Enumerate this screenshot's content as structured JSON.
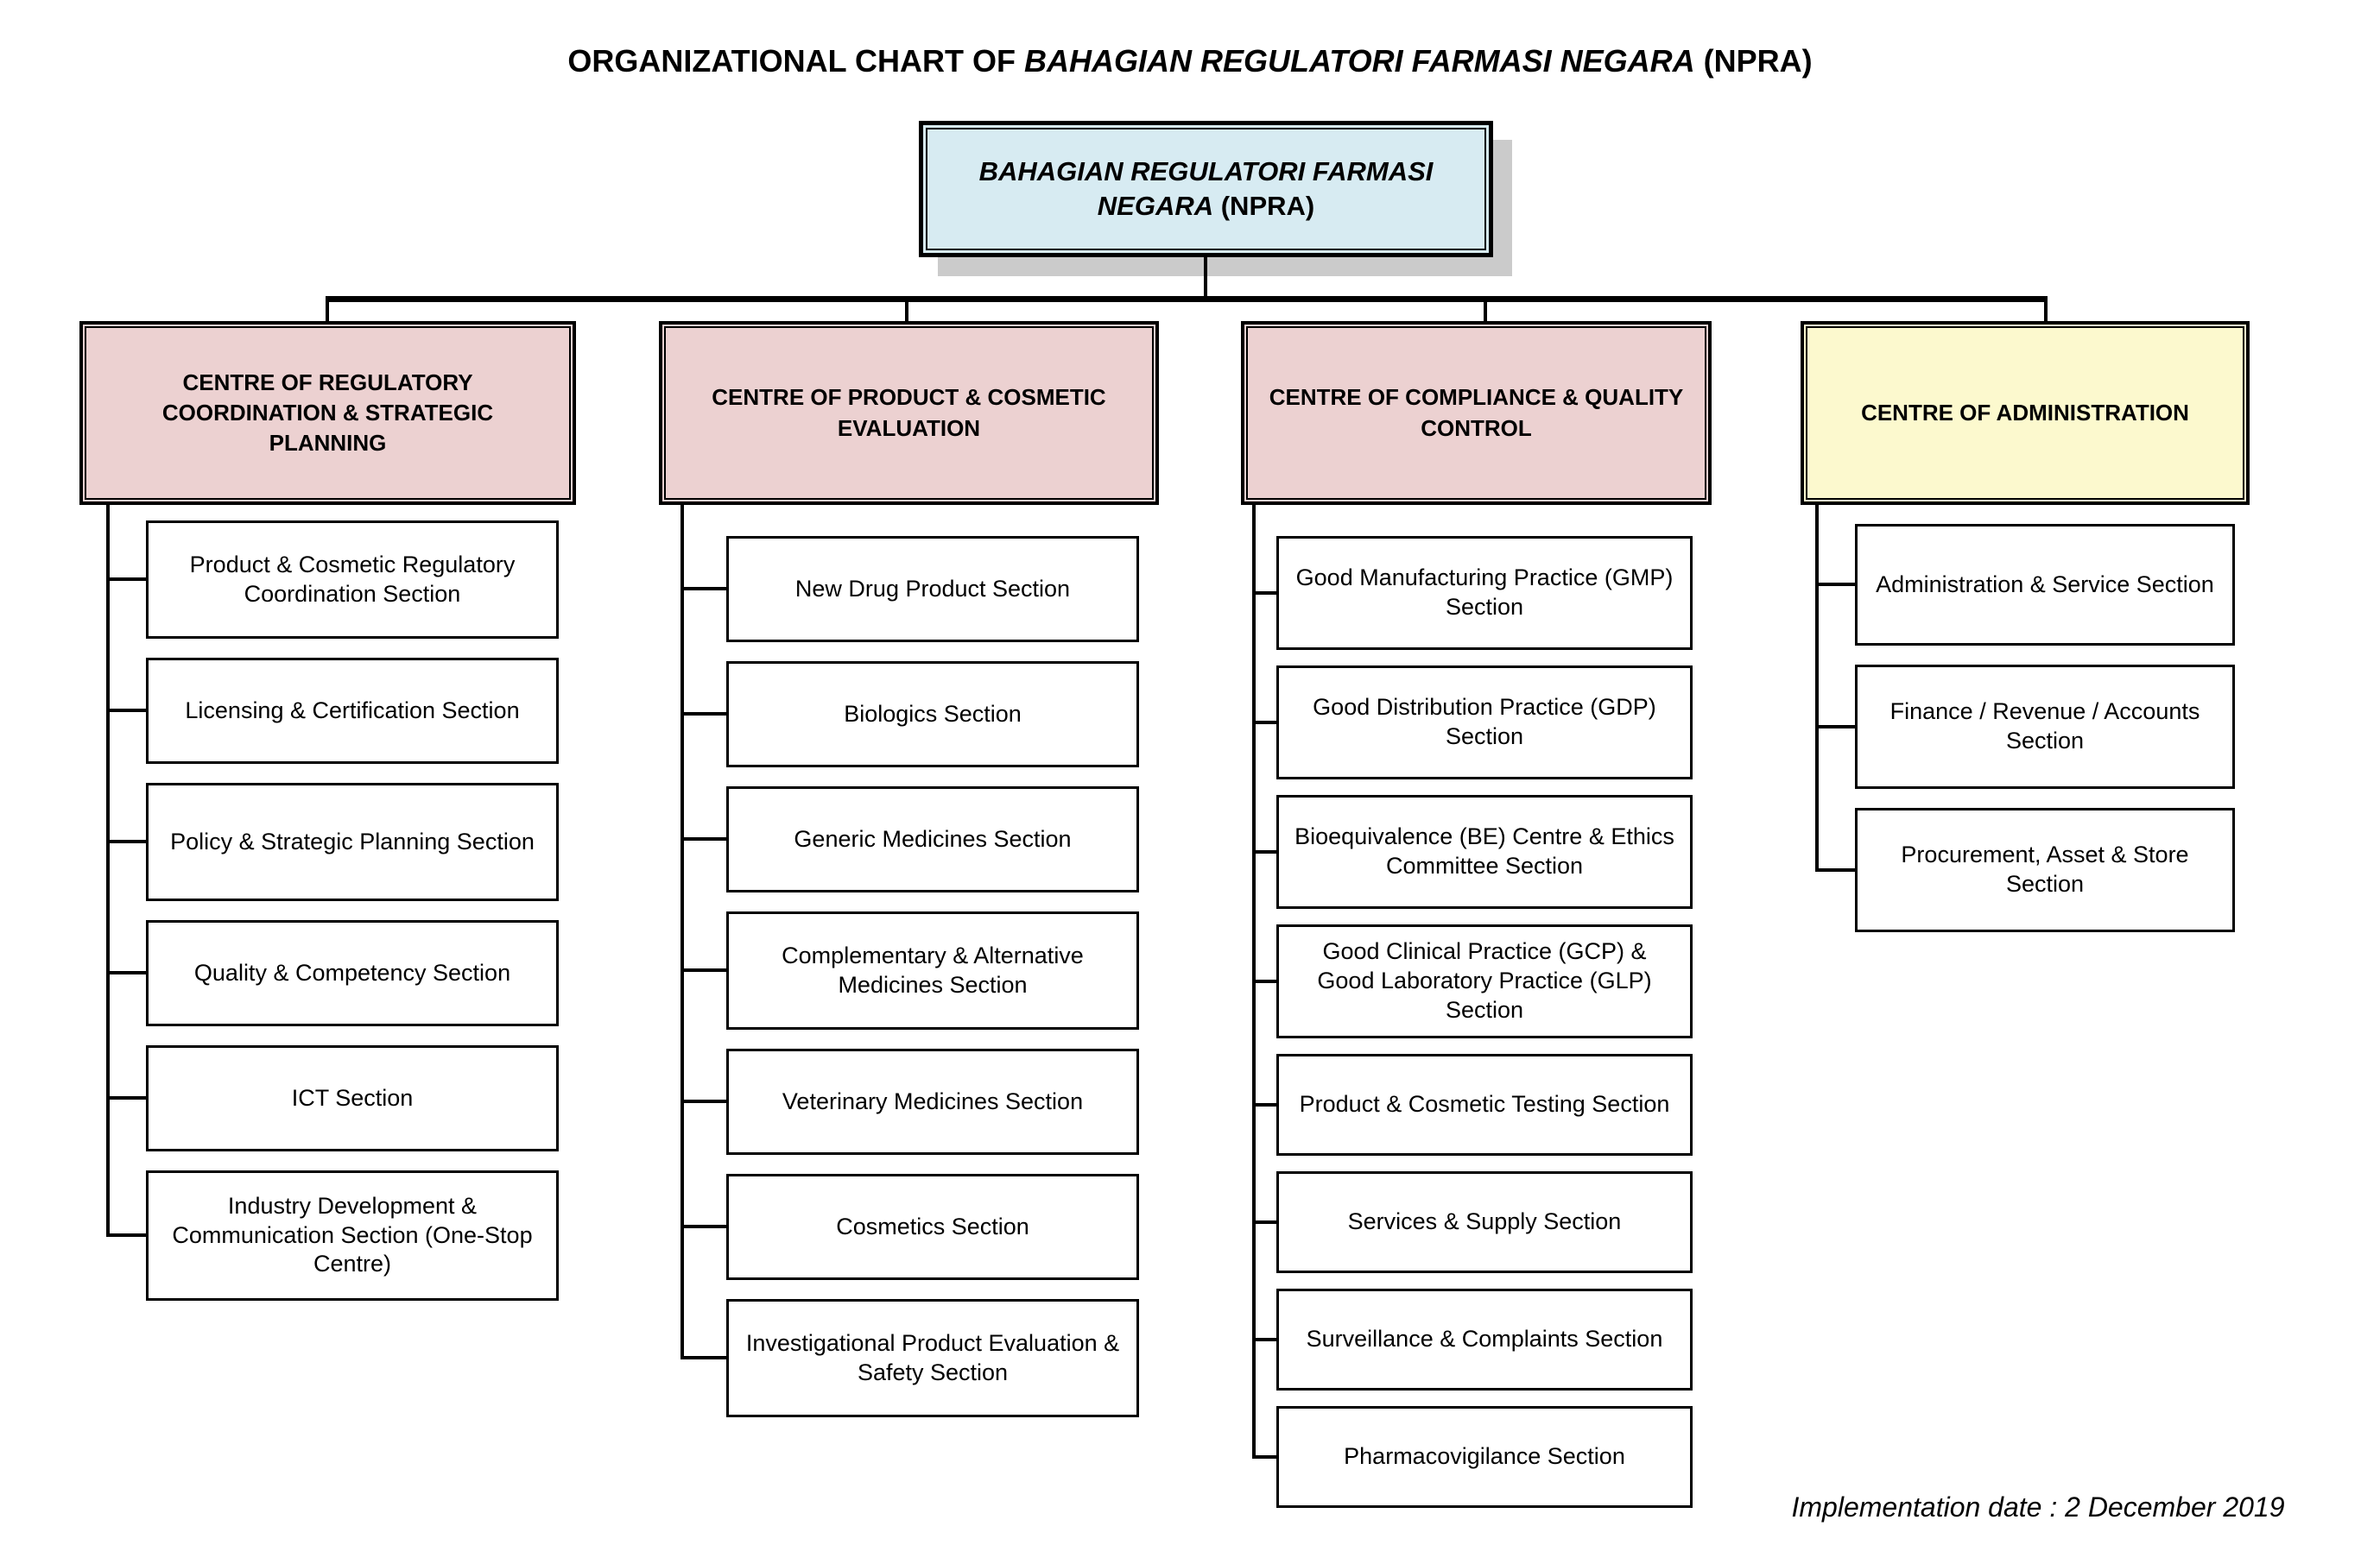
{
  "page": {
    "title_prefix": "ORGANIZATIONAL CHART OF",
    "title_org": "BAHAGIAN REGULATORI FARMASI NEGARA",
    "title_suffix": "(NPRA)",
    "footer_note": "Implementation date : 2 December 2019"
  },
  "root_box": {
    "org_name": "BAHAGIAN REGULATORI FARMASI NEGARA",
    "acronym": "(NPRA)"
  },
  "centres": [
    {
      "label": "CENTRE OF REGULATORY COORDINATION & STRATEGIC PLANNING",
      "sections": [
        "Product & Cosmetic Regulatory Coordination Section",
        "Licensing & Certification Section",
        "Policy & Strategic Planning Section",
        "Quality & Competency Section",
        "ICT Section",
        "Industry Development & Communication Section (One-Stop Centre)"
      ]
    },
    {
      "label": "CENTRE OF PRODUCT & COSMETIC EVALUATION",
      "sections": [
        "New Drug Product Section",
        "Biologics Section",
        "Generic Medicines Section",
        "Complementary & Alternative Medicines Section",
        "Veterinary Medicines Section",
        "Cosmetics Section",
        "Investigational Product Evaluation & Safety Section"
      ]
    },
    {
      "label": "CENTRE OF COMPLIANCE & QUALITY CONTROL",
      "sections": [
        "Good Manufacturing Practice (GMP) Section",
        "Good Distribution Practice (GDP) Section",
        "Bioequivalence (BE) Centre & Ethics Committee Section",
        "Good Clinical Practice (GCP) & Good Laboratory Practice (GLP) Section",
        "Product & Cosmetic Testing Section",
        "Services & Supply Section",
        "Surveillance & Complaints Section",
        "Pharmacovigilance Section"
      ]
    },
    {
      "label": "CENTRE OF ADMINISTRATION",
      "sections": [
        "Administration & Service Section",
        "Finance / Revenue / Accounts Section",
        "Procurement, Asset & Store Section"
      ]
    }
  ],
  "colors": {
    "root_box_fill": "#D7EBF2",
    "centre_fill_pink": "#ECD1D1",
    "centre_fill_yellow": "#FCF9CE",
    "section_fill": "#FFFFFF",
    "connector_line": "#000000",
    "root_shadow": "#CBCBCB",
    "text": "#000000"
  }
}
